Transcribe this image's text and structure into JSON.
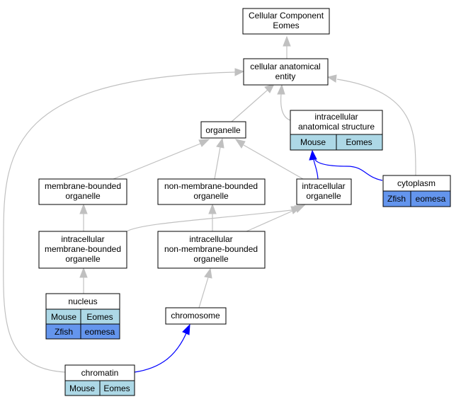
{
  "diagram": {
    "nodes": {
      "root": {
        "lines": [
          "Cellular Component",
          "Eomes"
        ]
      },
      "cae": {
        "lines": [
          "cellular anatomical",
          "entity"
        ]
      },
      "organelle": {
        "lines": [
          "organelle"
        ]
      },
      "ias": {
        "lines": [
          "intracellular",
          "anatomical structure"
        ]
      },
      "mbo": {
        "lines": [
          "membrane-bounded",
          "organelle"
        ]
      },
      "nmbo": {
        "lines": [
          "non-membrane-bounded",
          "organelle"
        ]
      },
      "io": {
        "lines": [
          "intracellular",
          "organelle"
        ]
      },
      "cytoplasm": {
        "lines": [
          "cytoplasm"
        ]
      },
      "imbo": {
        "lines": [
          "intracellular",
          "membrane-bounded",
          "organelle"
        ]
      },
      "inmbo": {
        "lines": [
          "intracellular",
          "non-membrane-bounded",
          "organelle"
        ]
      },
      "nucleus": {
        "lines": [
          "nucleus"
        ]
      },
      "chromosome": {
        "lines": [
          "chromosome"
        ]
      },
      "chromatin": {
        "lines": [
          "chromatin"
        ]
      }
    },
    "species_rows": {
      "ias_mouse": {
        "species": "Mouse",
        "gene": "Eomes"
      },
      "cyto_zfish": {
        "species": "Zfish",
        "gene": "eomesa"
      },
      "nuc_mouse": {
        "species": "Mouse",
        "gene": "Eomes"
      },
      "nuc_zfish": {
        "species": "Zfish",
        "gene": "eomesa"
      },
      "chromatin_mouse": {
        "species": "Mouse",
        "gene": "Eomes"
      }
    },
    "colors": {
      "mouse_fill": "#add8e6",
      "zfish_fill": "#6495ed",
      "edge_grey": "#c0c0c0",
      "edge_blue": "#0000ff"
    }
  }
}
